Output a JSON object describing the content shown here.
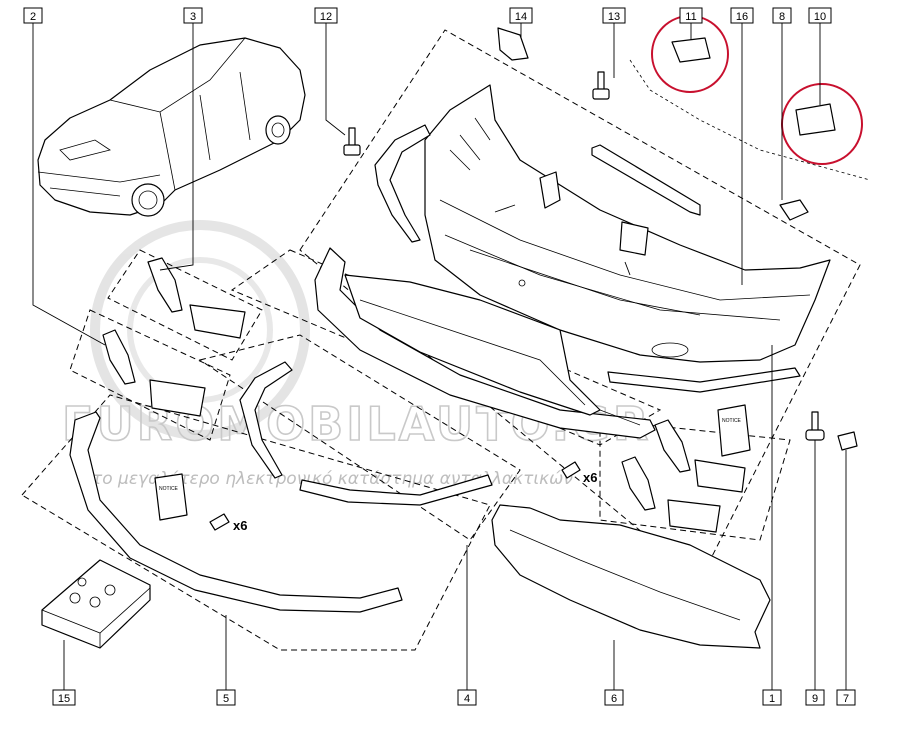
{
  "callouts": [
    {
      "id": "2",
      "text": "2"
    },
    {
      "id": "3",
      "text": "3"
    },
    {
      "id": "12",
      "text": "12"
    },
    {
      "id": "14",
      "text": "14"
    },
    {
      "id": "13",
      "text": "13"
    },
    {
      "id": "11",
      "text": "11"
    },
    {
      "id": "16",
      "text": "16"
    },
    {
      "id": "8",
      "text": "8"
    },
    {
      "id": "10",
      "text": "10"
    },
    {
      "id": "15",
      "text": "15"
    },
    {
      "id": "5",
      "text": "5"
    },
    {
      "id": "4",
      "text": "4"
    },
    {
      "id": "6",
      "text": "6"
    },
    {
      "id": "1",
      "text": "1"
    },
    {
      "id": "9",
      "text": "9"
    },
    {
      "id": "7",
      "text": "7"
    }
  ],
  "quantity_labels": [
    "x6",
    "x6"
  ],
  "notice_label": "NOTICE",
  "watermark": {
    "brand": "EUROMOBILAUTO.GR",
    "tagline": "το μεγαλύτερο ηλεκτρονικό κατάστημα ανταλλακτικών"
  },
  "colors": {
    "line": "#000000",
    "highlight_circle": "#c8102e",
    "watermark": "#c9c9c9"
  }
}
